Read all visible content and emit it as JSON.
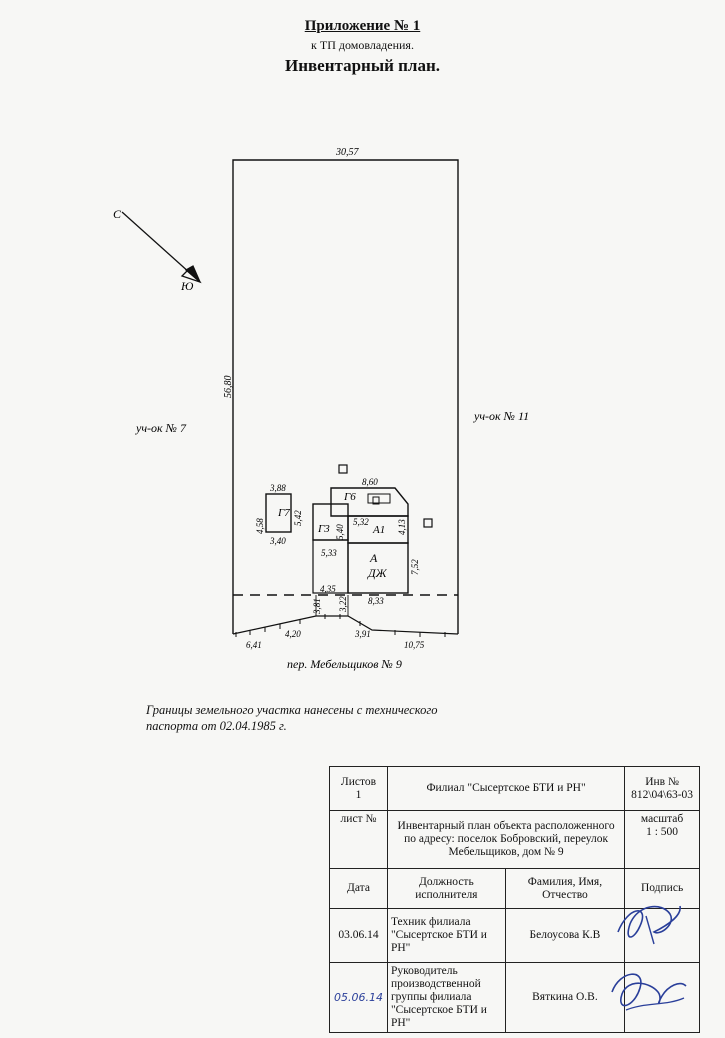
{
  "header": {
    "appendix": "Приложение № 1",
    "subtitle": "к ТП домовладения.",
    "title": "Инвентарный план."
  },
  "plan": {
    "dims": {
      "top_width": "30,57",
      "left_height": "56,80",
      "g7_top": "3,88",
      "g7_right": "5,42",
      "g7_left": "4,58",
      "g7_bottom": "3,40",
      "house_top": "8,60",
      "g3_right": "5,40",
      "a1_top": "5,32",
      "a1_right": "4,13",
      "g3_bottom": "5,33",
      "a_right": "7,52",
      "a_bottom": "8,33",
      "left_mid": "4,35",
      "v1": "3,81",
      "v2": "3,22",
      "b1": "6,41",
      "b2": "4,20",
      "b3": "3,91",
      "b4": "10,75"
    },
    "labels": {
      "g7": "Г7",
      "g6": "Г6",
      "g3": "Г3",
      "a1": "А1",
      "a": "А",
      "dzh": "ДЖ",
      "north": "С",
      "south": "Ю"
    },
    "neighbors": {
      "left": "уч-ок № 7",
      "right": "уч-ок № 11",
      "street": "пер. Мебельщиков  № 9"
    }
  },
  "note": "Границы земельного участка нанесены  с технического паспорта от 02.04.1985 г.",
  "stamp": {
    "sheets_label": "Листов",
    "sheets_value": "1",
    "org": "Филиал \"Сысертское БТИ и РН\"",
    "inv_label": "Инв  №",
    "inv_value": "812\\04\\63-03",
    "sheet_no_label": "лист №",
    "description": "Инвентарный план объекта расположенного по адресу: поселок Бобровский,  переулок Мебельщиков, дом № 9",
    "scale_label": "масштаб",
    "scale_value": "1 : 500",
    "col_date": "Дата",
    "col_position": "Должность исполнителя",
    "col_name": "Фамилия, Имя, Отчество",
    "col_signature": "Подпись",
    "rows": [
      {
        "date": "03.06.14",
        "position": "Техник филиала \"Сысертское БТИ и РН\"",
        "name": "Белоусова К.В"
      },
      {
        "date": "05.06.14",
        "position": "Руководитель производственной группы  филиала \"Сысертское БТИ и РН\"",
        "name": "Вяткина О.В."
      }
    ]
  }
}
